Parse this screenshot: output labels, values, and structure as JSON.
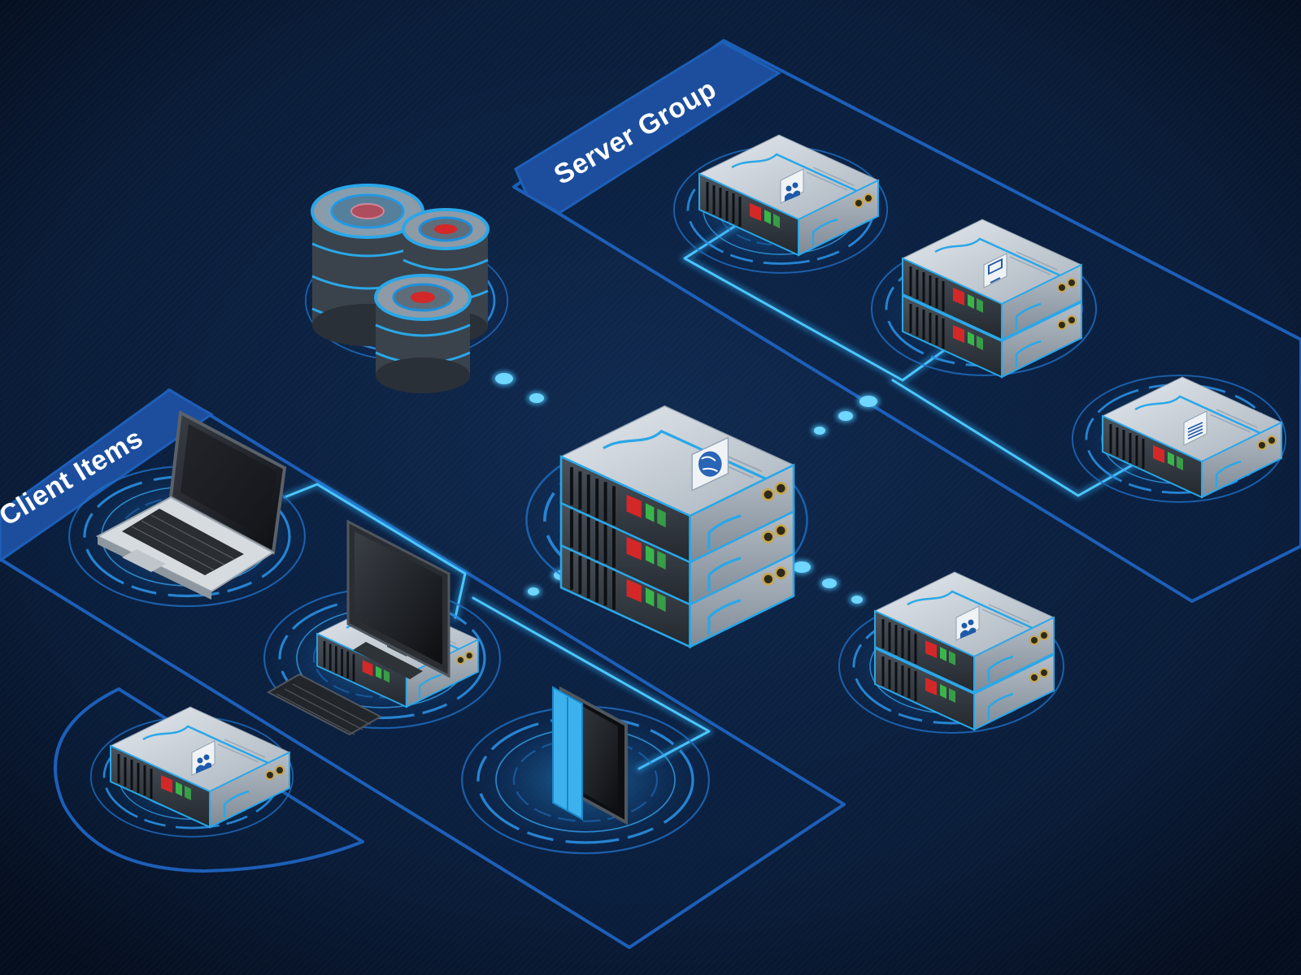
{
  "diagram": {
    "zones": {
      "server_group": {
        "label": "Server Group"
      },
      "client_items": {
        "label": "Client Items"
      }
    },
    "nodes": [
      {
        "id": "database-cluster",
        "kind": "database"
      },
      {
        "id": "central-server",
        "kind": "server-stack",
        "units": 3,
        "icon": "globe-icon"
      },
      {
        "id": "server-user-1",
        "kind": "server",
        "units": 1,
        "icon": "users-icon"
      },
      {
        "id": "server-display",
        "kind": "server-stack",
        "units": 2,
        "icon": "display-icon"
      },
      {
        "id": "server-storage",
        "kind": "server",
        "units": 1,
        "icon": "stack-icon"
      },
      {
        "id": "server-user-2",
        "kind": "server-stack",
        "units": 2,
        "icon": "users-icon"
      },
      {
        "id": "client-laptop",
        "kind": "laptop"
      },
      {
        "id": "client-desktop",
        "kind": "desktop"
      },
      {
        "id": "client-tablet",
        "kind": "tablet"
      },
      {
        "id": "client-server",
        "kind": "server",
        "units": 1,
        "icon": "users-icon"
      }
    ],
    "links": [
      {
        "from": "central-server",
        "to": "database-cluster",
        "style": "dotted"
      },
      {
        "from": "central-server",
        "to": "server-group",
        "style": "dotted"
      },
      {
        "from": "central-server",
        "to": "client-items",
        "style": "dotted"
      },
      {
        "from": "central-server",
        "to": "server-user-2",
        "style": "dotted"
      },
      {
        "from": "server-user-1",
        "to": "server-display",
        "style": "solid"
      },
      {
        "from": "server-display",
        "to": "server-storage",
        "style": "solid"
      },
      {
        "from": "client-laptop",
        "to": "client-desktop",
        "style": "solid"
      },
      {
        "from": "client-desktop",
        "to": "client-tablet",
        "style": "solid"
      }
    ],
    "colors": {
      "background": "#07152a",
      "zone_border": "#1d5fb8",
      "zone_tab": "#1d4e9e",
      "glow": "#33b8ff",
      "server_body": "#c3cbd4",
      "server_accent": "#2aa7e8",
      "status_red": "#d42828",
      "status_green": "#39b54a"
    }
  }
}
